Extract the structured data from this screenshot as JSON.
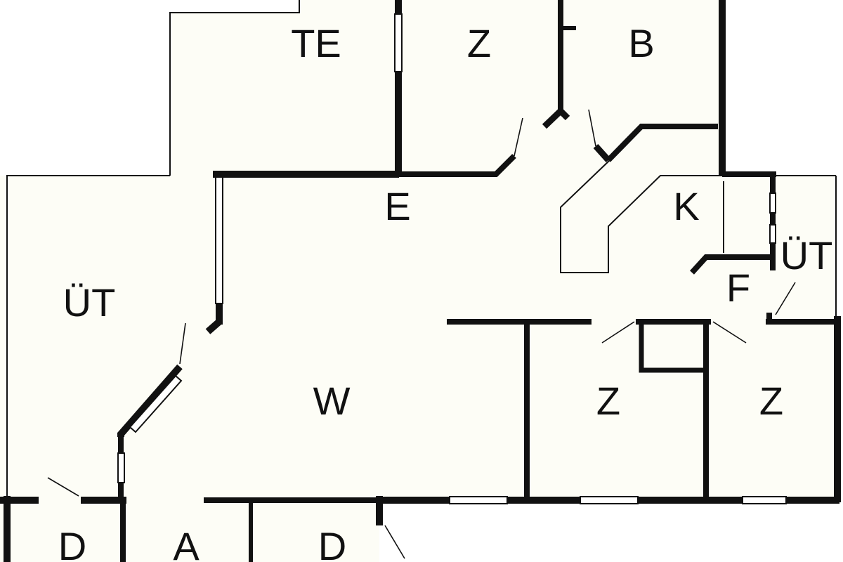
{
  "rooms": {
    "te": "TE",
    "z_top": "Z",
    "b": "B",
    "e": "E",
    "k": "K",
    "ut_right": "ÜT",
    "f": "F",
    "ut_left": "ÜT",
    "w": "W",
    "z_mid": "Z",
    "z_right": "Z",
    "d_left": "D",
    "a": "A",
    "d_mid": "D"
  },
  "colors": {
    "wall": "#111111",
    "floor": "#fdfdf6",
    "background": "#ffffff"
  }
}
